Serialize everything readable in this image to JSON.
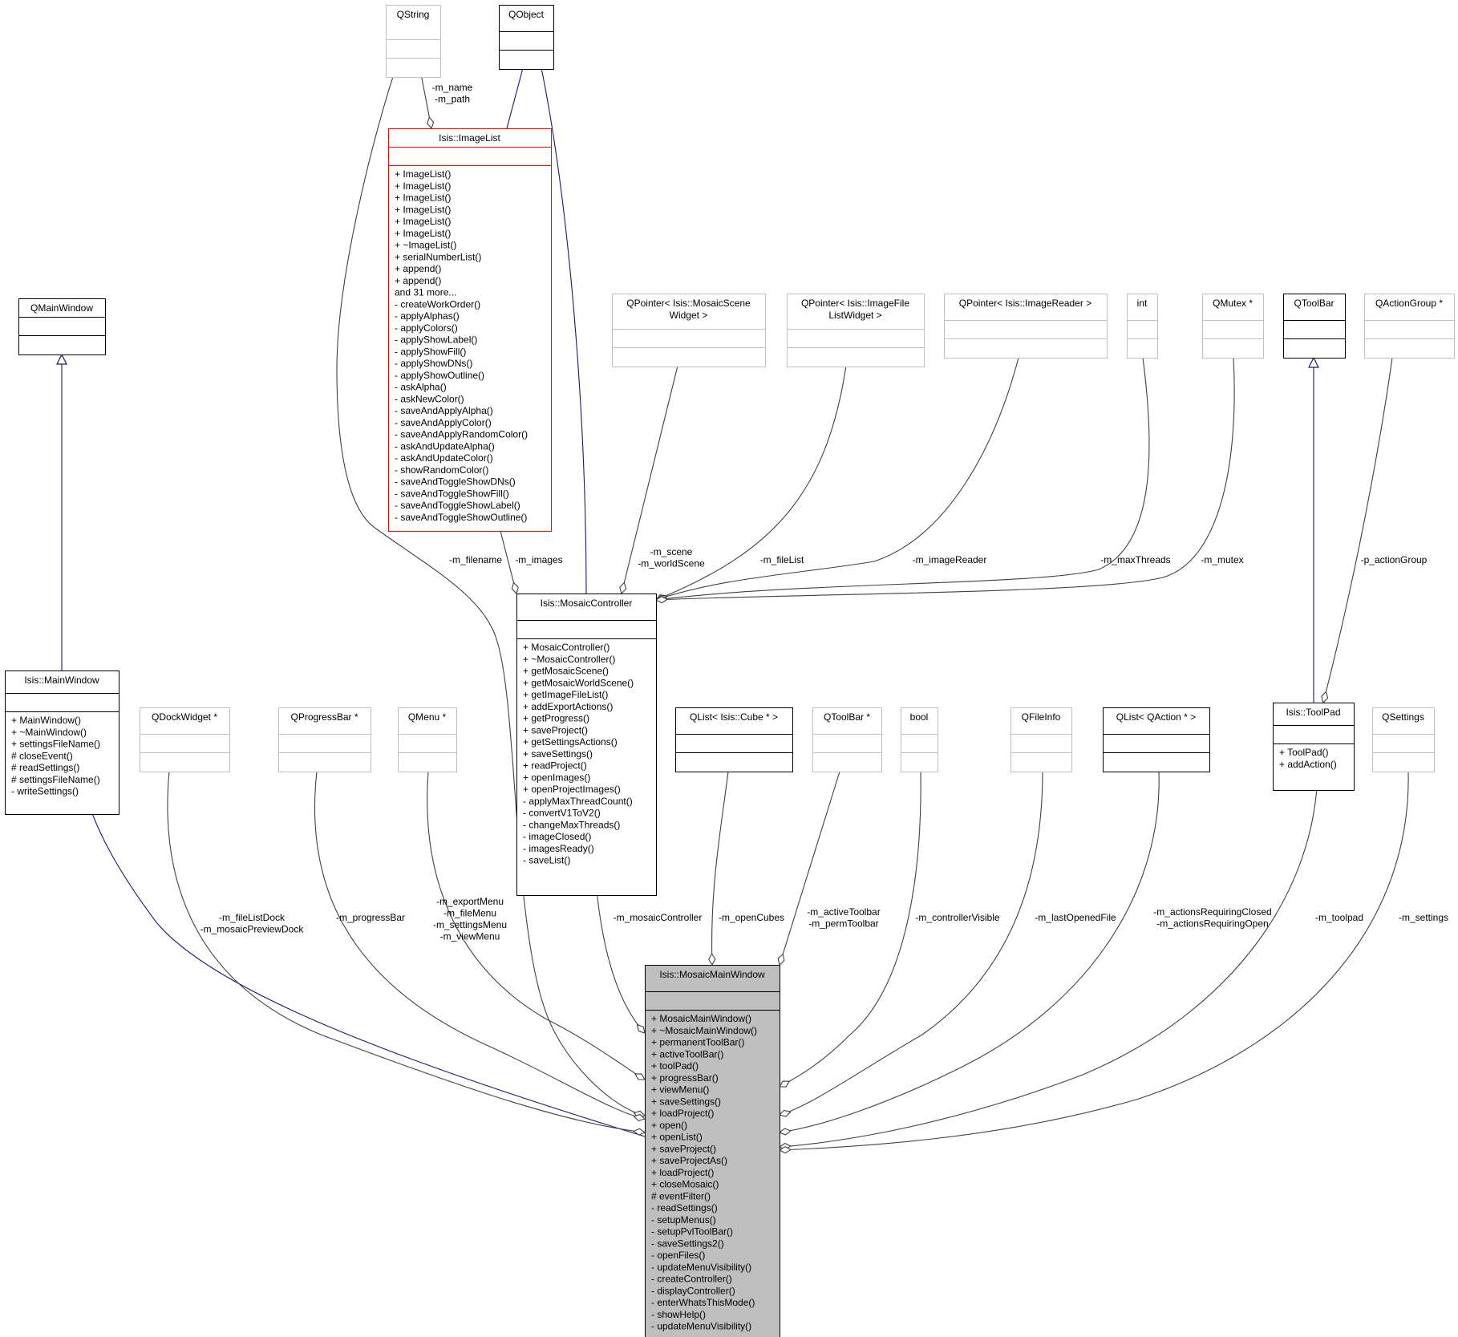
{
  "diagram": {
    "colors": {
      "inheritance_edge": "#191970",
      "association_edge": "#404040",
      "node_border_documented": "#000000",
      "node_border_external": "#bfbfbf",
      "node_border_incomplete": "#ff0000",
      "node_fill_focus": "#bfbfbf",
      "node_fill": "#ffffff"
    },
    "nodes": {
      "qstring": {
        "title": "QString",
        "attributes": [],
        "methods": [],
        "style": "external"
      },
      "qobject": {
        "title": "QObject",
        "attributes": [],
        "methods": [],
        "style": "documented"
      },
      "imagelist": {
        "title": "Isis::ImageList",
        "style": "incomplete",
        "attributes": [],
        "methods": [
          "+ ImageList()",
          "+ ImageList()",
          "+ ImageList()",
          "+ ImageList()",
          "+ ImageList()",
          "+ ImageList()",
          "+ ~ImageList()",
          "+ serialNumberList()",
          "+ append()",
          "+ append()",
          "and 31 more...",
          "- createWorkOrder()",
          "- applyAlphas()",
          "- applyColors()",
          "- applyShowLabel()",
          "- applyShowFill()",
          "- applyShowDNs()",
          "- applyShowOutline()",
          "- askAlpha()",
          "- askNewColor()",
          "- saveAndApplyAlpha()",
          "- saveAndApplyColor()",
          "- saveAndApplyRandomColor()",
          "- askAndUpdateAlpha()",
          "- askAndUpdateColor()",
          "- showRandomColor()",
          "- saveAndToggleShowDNs()",
          "- saveAndToggleShowFill()",
          "- saveAndToggleShowLabel()",
          "- saveAndToggleShowOutline()"
        ]
      },
      "qmainwindow": {
        "title": "QMainWindow",
        "attributes": [],
        "methods": [],
        "style": "documented"
      },
      "qpointer_scene": {
        "title": "QPointer< Isis::MosaicScene\nWidget >",
        "attributes": [],
        "methods": [],
        "style": "external"
      },
      "qpointer_filelist": {
        "title": "QPointer< Isis::ImageFile\nListWidget >",
        "attributes": [],
        "methods": [],
        "style": "external"
      },
      "qpointer_reader": {
        "title": "QPointer< Isis::ImageReader >",
        "attributes": [],
        "methods": [],
        "style": "external"
      },
      "int": {
        "title": "int",
        "attributes": [],
        "methods": [],
        "style": "external"
      },
      "qmutex": {
        "title": "QMutex *",
        "attributes": [],
        "methods": [],
        "style": "external"
      },
      "qtoolbar": {
        "title": "QToolBar",
        "attributes": [],
        "methods": [],
        "style": "documented"
      },
      "qactiongroup": {
        "title": "QActionGroup *",
        "attributes": [],
        "methods": [],
        "style": "external"
      },
      "mosaiccontroller": {
        "title": "Isis::MosaicController",
        "style": "documented",
        "attributes": [],
        "methods": [
          "+ MosaicController()",
          "+ ~MosaicController()",
          "+ getMosaicScene()",
          "+ getMosaicWorldScene()",
          "+ getImageFileList()",
          "+ addExportActions()",
          "+ getProgress()",
          "+ saveProject()",
          "+ getSettingsActions()",
          "+ saveSettings()",
          "+ readProject()",
          "+ openImages()",
          "+ openProjectImages()",
          "- applyMaxThreadCount()",
          "- convertV1ToV2()",
          "- changeMaxThreads()",
          "- imageClosed()",
          "- imagesReady()",
          "- saveList()"
        ]
      },
      "mainwindow": {
        "title": "Isis::MainWindow",
        "style": "documented",
        "attributes": [],
        "methods": [
          "+ MainWindow()",
          "+ ~MainWindow()",
          "+ settingsFileName()",
          "# closeEvent()",
          "# readSettings()",
          "# settingsFileName()",
          "- writeSettings()"
        ]
      },
      "qdockwidget": {
        "title": "QDockWidget *",
        "attributes": [],
        "methods": [],
        "style": "external"
      },
      "qprogressbar": {
        "title": "QProgressBar *",
        "attributes": [],
        "methods": [],
        "style": "external"
      },
      "qmenu": {
        "title": "QMenu *",
        "attributes": [],
        "methods": [],
        "style": "external"
      },
      "qlist_cube": {
        "title": "QList< Isis::Cube * >",
        "attributes": [],
        "methods": [],
        "style": "documented"
      },
      "qtoolbar_ptr": {
        "title": "QToolBar *",
        "attributes": [],
        "methods": [],
        "style": "external"
      },
      "bool": {
        "title": "bool",
        "attributes": [],
        "methods": [],
        "style": "external"
      },
      "qfileinfo": {
        "title": "QFileInfo",
        "attributes": [],
        "methods": [],
        "style": "external"
      },
      "qlist_action": {
        "title": "QList< QAction * >",
        "attributes": [],
        "methods": [],
        "style": "documented"
      },
      "toolpad": {
        "title": "Isis::ToolPad",
        "style": "documented",
        "attributes": [],
        "methods": [
          "+ ToolPad()",
          "+ addAction()"
        ]
      },
      "qsettings": {
        "title": "QSettings",
        "attributes": [],
        "methods": [],
        "style": "external"
      },
      "mosaicmainwindow": {
        "title": "Isis::MosaicMainWindow",
        "style": "focus",
        "attributes": [],
        "methods": [
          "+ MosaicMainWindow()",
          "+ ~MosaicMainWindow()",
          "+ permanentToolBar()",
          "+ activeToolBar()",
          "+ toolPad()",
          "+ progressBar()",
          "+ viewMenu()",
          "+ saveSettings()",
          "+ loadProject()",
          "+ open()",
          "+ openList()",
          "+ saveProject()",
          "+ saveProjectAs()",
          "+ loadProject()",
          "+ closeMosaic()",
          "# eventFilter()",
          "- readSettings()",
          "- setupMenus()",
          "- setupPvlToolBar()",
          "- saveSettings2()",
          "- openFiles()",
          "- updateMenuVisibility()",
          "- createController()",
          "- displayController()",
          "- enterWhatsThisMode()",
          "- showHelp()",
          "- updateMenuVisibility()"
        ]
      }
    },
    "edge_labels": {
      "qstring_imagelist": "-m_name\n-m_path",
      "imagelist_controller": "-m_images",
      "qstring_main": "-m_filename",
      "scene_controller": "-m_scene\n-m_worldScene",
      "filelist_controller": "-m_fileList",
      "reader_controller": "-m_imageReader",
      "int_controller": "-m_maxThreads",
      "mutex_controller": "-m_mutex",
      "actiongroup_toolpad": "-p_actionGroup",
      "dock_main": "-m_fileListDock\n-m_mosaicPreviewDock",
      "progress_main": "-m_progressBar",
      "menu_main": "-m_exportMenu\n-m_fileMenu\n-m_settingsMenu\n-m_viewMenu",
      "controller_main": "-m_mosaicController",
      "cube_main": "-m_openCubes",
      "toolbar_main": "-m_activeToolbar\n-m_permToolbar",
      "bool_main": "-m_controllerVisible",
      "fileinfo_main": "-m_lastOpenedFile",
      "action_main": "-m_actionsRequiringClosed\n-m_actionsRequiringOpen",
      "toolpad_main": "-m_toolpad",
      "settings_main": "-m_settings"
    }
  }
}
